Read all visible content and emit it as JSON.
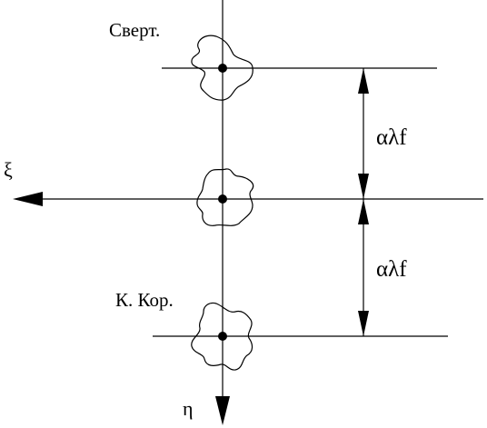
{
  "labels": {
    "top": "Сверт.",
    "bottom": "К. Кор.",
    "xi": "ξ",
    "eta": "η",
    "upper_interval": "αλf",
    "lower_interval": "αλf"
  },
  "colors": {
    "line": "#000000",
    "background": "#ffffff"
  }
}
